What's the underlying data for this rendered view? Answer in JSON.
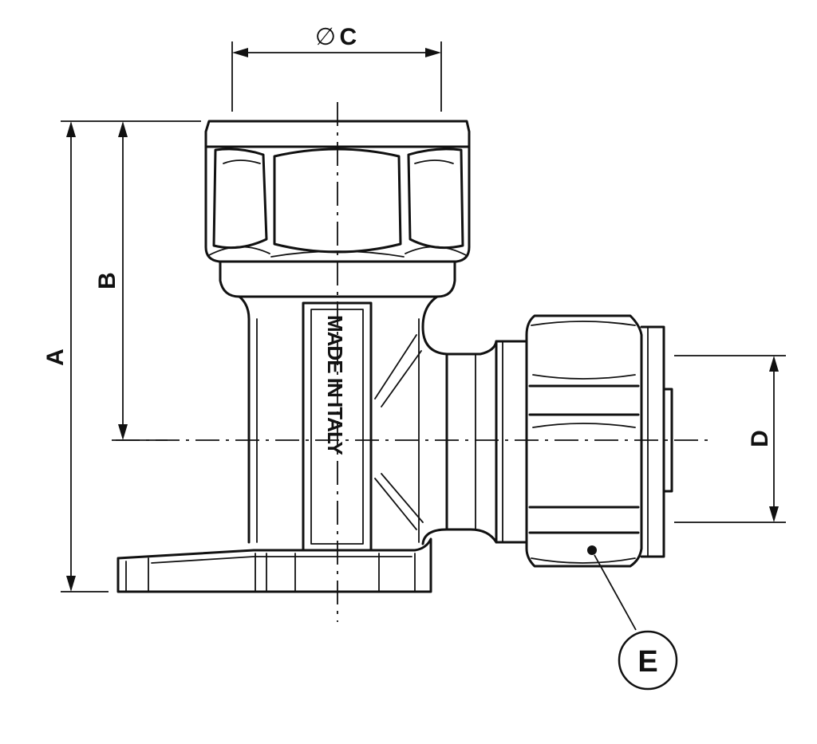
{
  "dimensions": {
    "A": "A",
    "B": "B",
    "C": "C",
    "D": "D"
  },
  "diameter_symbol": "∅",
  "callout": {
    "E": "E"
  },
  "body_marking": "MADE IN ITALY"
}
